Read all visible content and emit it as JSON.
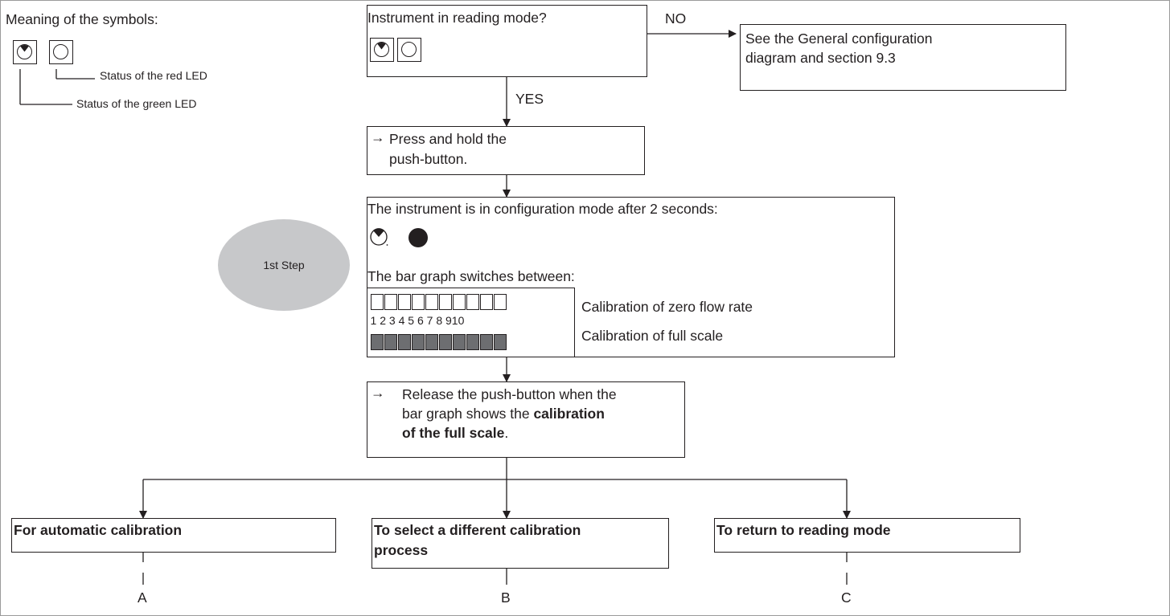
{
  "legend": {
    "title": "Meaning of the symbols:",
    "red_led_label": "Status of the red LED",
    "green_led_label": "Status of the green LED"
  },
  "question": {
    "text": "Instrument in reading mode?",
    "no_label": "NO",
    "yes_label": "YES"
  },
  "general_config": {
    "line1": "See the General configuration",
    "line2": "diagram and section 9.3"
  },
  "press_hold": {
    "arrow": "→",
    "line1": "Press and hold the",
    "line2": "push-button."
  },
  "config_mode": {
    "text": "The instrument is in configuration mode after 2 seconds:",
    "bargraph_text": "The bar graph switches between:",
    "cal_zero": "Calibration of zero flow rate",
    "cal_full": "Calibration of full scale",
    "bar_numbers": [
      "1",
      "2",
      "3",
      "4",
      "5",
      "6",
      "7",
      "8",
      "9",
      "10"
    ],
    "bar_top_state": "all off",
    "bar_bottom_state": "all on"
  },
  "step_label": "1st Step",
  "release": {
    "arrow": "→",
    "line1": "Release the push-button when the",
    "line2_a": "bar graph shows the ",
    "line2_b": "calibration",
    "line3_a": "of the full scale",
    "line3_b": "."
  },
  "options": [
    {
      "line1": "For automatic calibration",
      "line2": "",
      "letter": "A"
    },
    {
      "line1": "To select a different calibration",
      "line2": "process",
      "letter": "B"
    },
    {
      "line1": "To return to reading mode",
      "line2": "",
      "letter": "C"
    }
  ],
  "colors": {
    "line": "#231f20",
    "step_ellipse": "#c7c8ca",
    "bar_on": "#6d6e71",
    "frame": "#9a9a9a"
  }
}
